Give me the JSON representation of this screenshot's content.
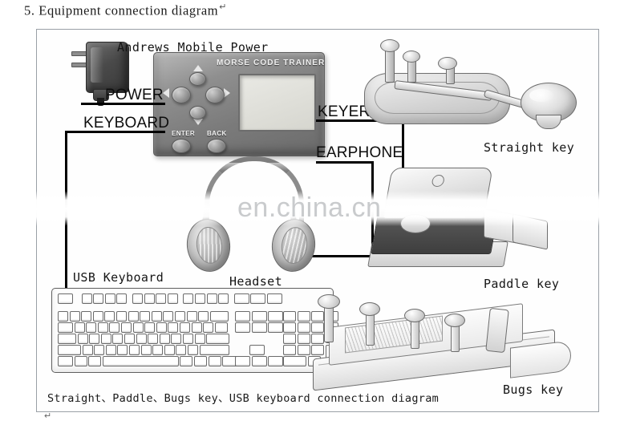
{
  "document": {
    "heading": "5. Equipment connection diagram",
    "heading_mark": "↵",
    "paragraph_mark": "↵"
  },
  "watermark": {
    "text": "en.china.cn",
    "color": "#c9cbcd"
  },
  "figure": {
    "border_color": "#9aa0a6",
    "background": "#fefefe",
    "caption": "Straight、Paddle、Bugs key、USB keyboard connection diagram"
  },
  "devices": {
    "power_adapter": {
      "label": "Andrews Mobile Power",
      "name": "power-adapter"
    },
    "trainer": {
      "brand": "MORSE CODE TRAINER",
      "enter_button": "ENTER",
      "back_button": "BACK"
    },
    "straight_key": {
      "label": "Straight  key"
    },
    "paddle_key": {
      "label": "Paddle key"
    },
    "bugs_key": {
      "label": "Bugs key"
    },
    "headset": {
      "label": "Headset"
    },
    "usb_keyboard": {
      "label": "USB Keyboard"
    }
  },
  "connections": [
    {
      "id": "power",
      "label": "POWER"
    },
    {
      "id": "keyboard",
      "label": "KEYBOARD"
    },
    {
      "id": "keyer",
      "label": "KEYER"
    },
    {
      "id": "earphone",
      "label": "EARPHONE"
    }
  ]
}
